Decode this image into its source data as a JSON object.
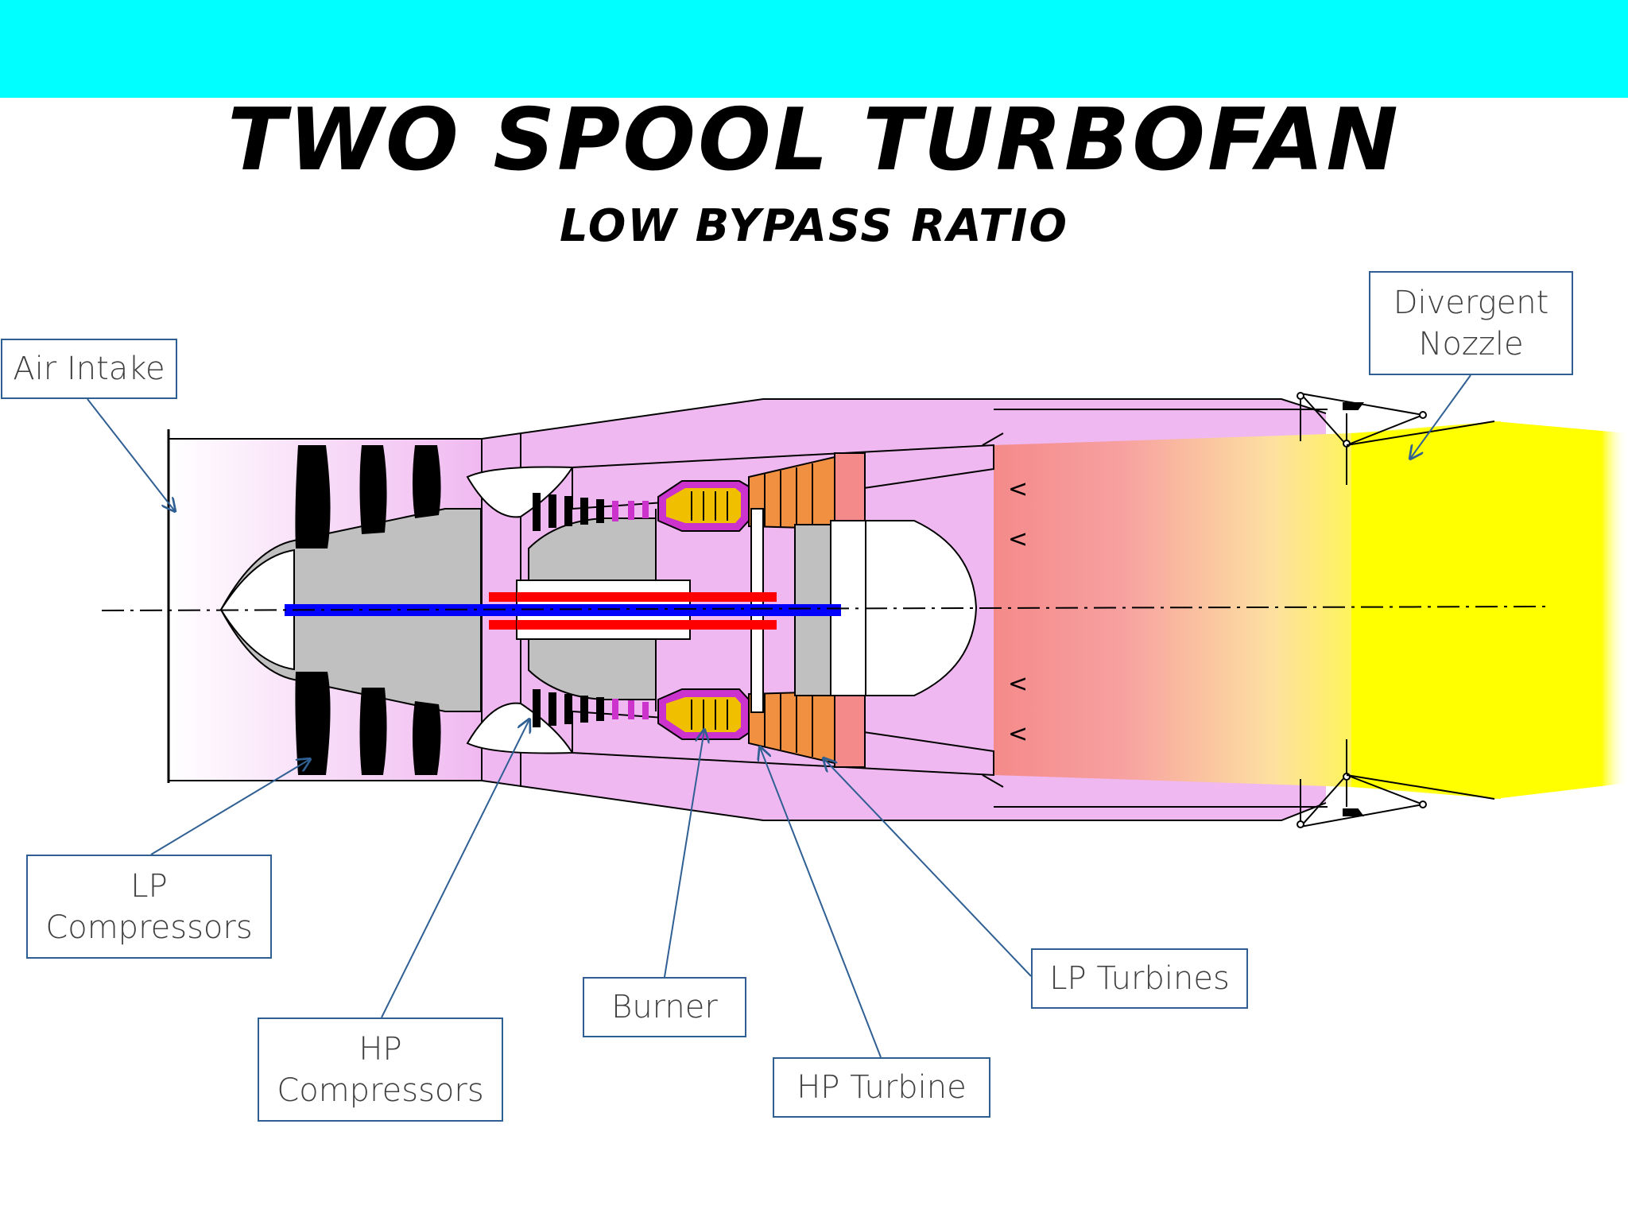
{
  "title": "TWO SPOOL TURBOFAN",
  "subtitle": "LOW BYPASS RATIO",
  "labels": {
    "air_intake": "Air Intake",
    "divergent_nozzle": "Divergent\nNozzle",
    "lp_compressors": "LP\nCompressors",
    "hp_compressors": "HP\nCompressors",
    "burner": "Burner",
    "hp_turbine": "HP Turbine",
    "lp_turbines": "LP Turbines"
  },
  "colors": {
    "header_bar": "#00ffff",
    "bypass_duct": "#f0b8f0",
    "exhaust_hot": "#f58a8a",
    "exhaust_flame": "#ffff00",
    "core_gray": "#c0c0c0",
    "lp_shaft": "#0000ff",
    "hp_shaft": "#ff0000",
    "burner": "#f0c000",
    "turbine": "#f09040",
    "leader_line": "#2f5f93"
  }
}
